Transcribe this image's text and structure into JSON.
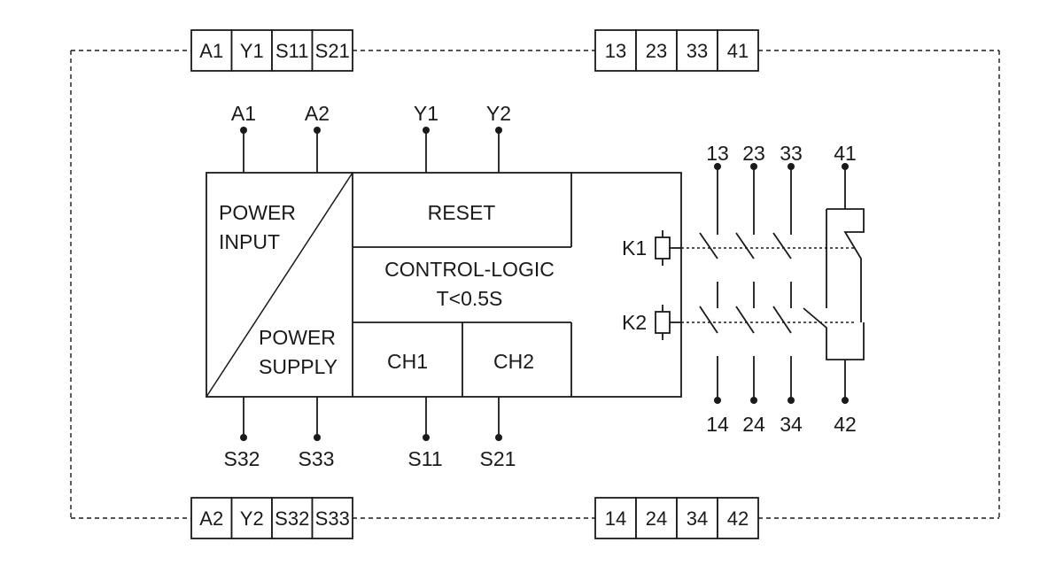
{
  "terminal_strips": {
    "top_left": [
      "A1",
      "Y1",
      "S11",
      "S21"
    ],
    "top_right": [
      "13",
      "23",
      "33",
      "41"
    ],
    "bottom_left": [
      "A2",
      "Y2",
      "S32",
      "S33"
    ],
    "bottom_right": [
      "14",
      "24",
      "34",
      "42"
    ]
  },
  "module": {
    "power_input": [
      "POWER",
      "INPUT"
    ],
    "power_supply": [
      "POWER",
      "SUPPLY"
    ],
    "reset": "RESET",
    "control_logic": [
      "CONTROL-LOGIC",
      "T<0.5S"
    ],
    "ch1": "CH1",
    "ch2": "CH2",
    "k1": "K1",
    "k2": "K2"
  },
  "pins": {
    "top": [
      "A1",
      "A2",
      "Y1",
      "Y2"
    ],
    "bottom": [
      "S32",
      "S33",
      "S11",
      "S21"
    ]
  },
  "contacts": {
    "top": [
      "13",
      "23",
      "33",
      "41"
    ],
    "bottom": [
      "14",
      "24",
      "34",
      "42"
    ]
  }
}
